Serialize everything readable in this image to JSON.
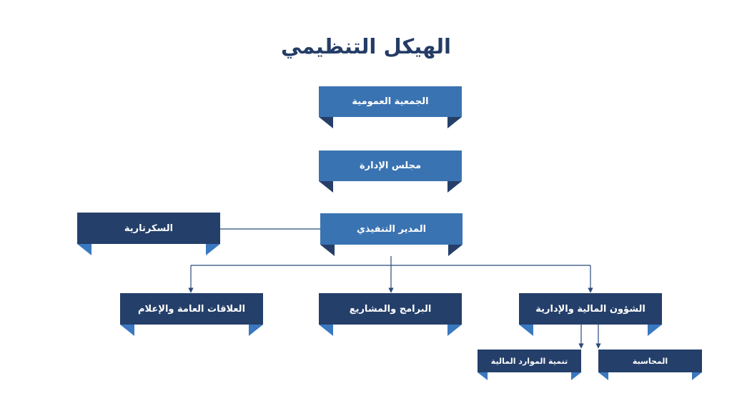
{
  "title": "الهيكل التنظيمي",
  "colors": {
    "title": "#243c66",
    "light_box": "#3a73b2",
    "light_fold": "#253f69",
    "dark_box": "#243f6a",
    "dark_fold": "#3a78c0",
    "connector": "#2b4a7a"
  },
  "nodes": {
    "general_assembly": "الجمعية العمومية",
    "board": "مجلس الإدارة",
    "executive_director": "المدير التنفيذي",
    "secretariat": "السكرتارية",
    "finance_admin": "الشؤون المالية والإدارية",
    "programs_projects": "البرامج والمشاريع",
    "public_relations": "العلاقات العامة والإعلام",
    "accounting": "المحاسبة",
    "financial_resources": "تنمية الموارد المالية"
  }
}
